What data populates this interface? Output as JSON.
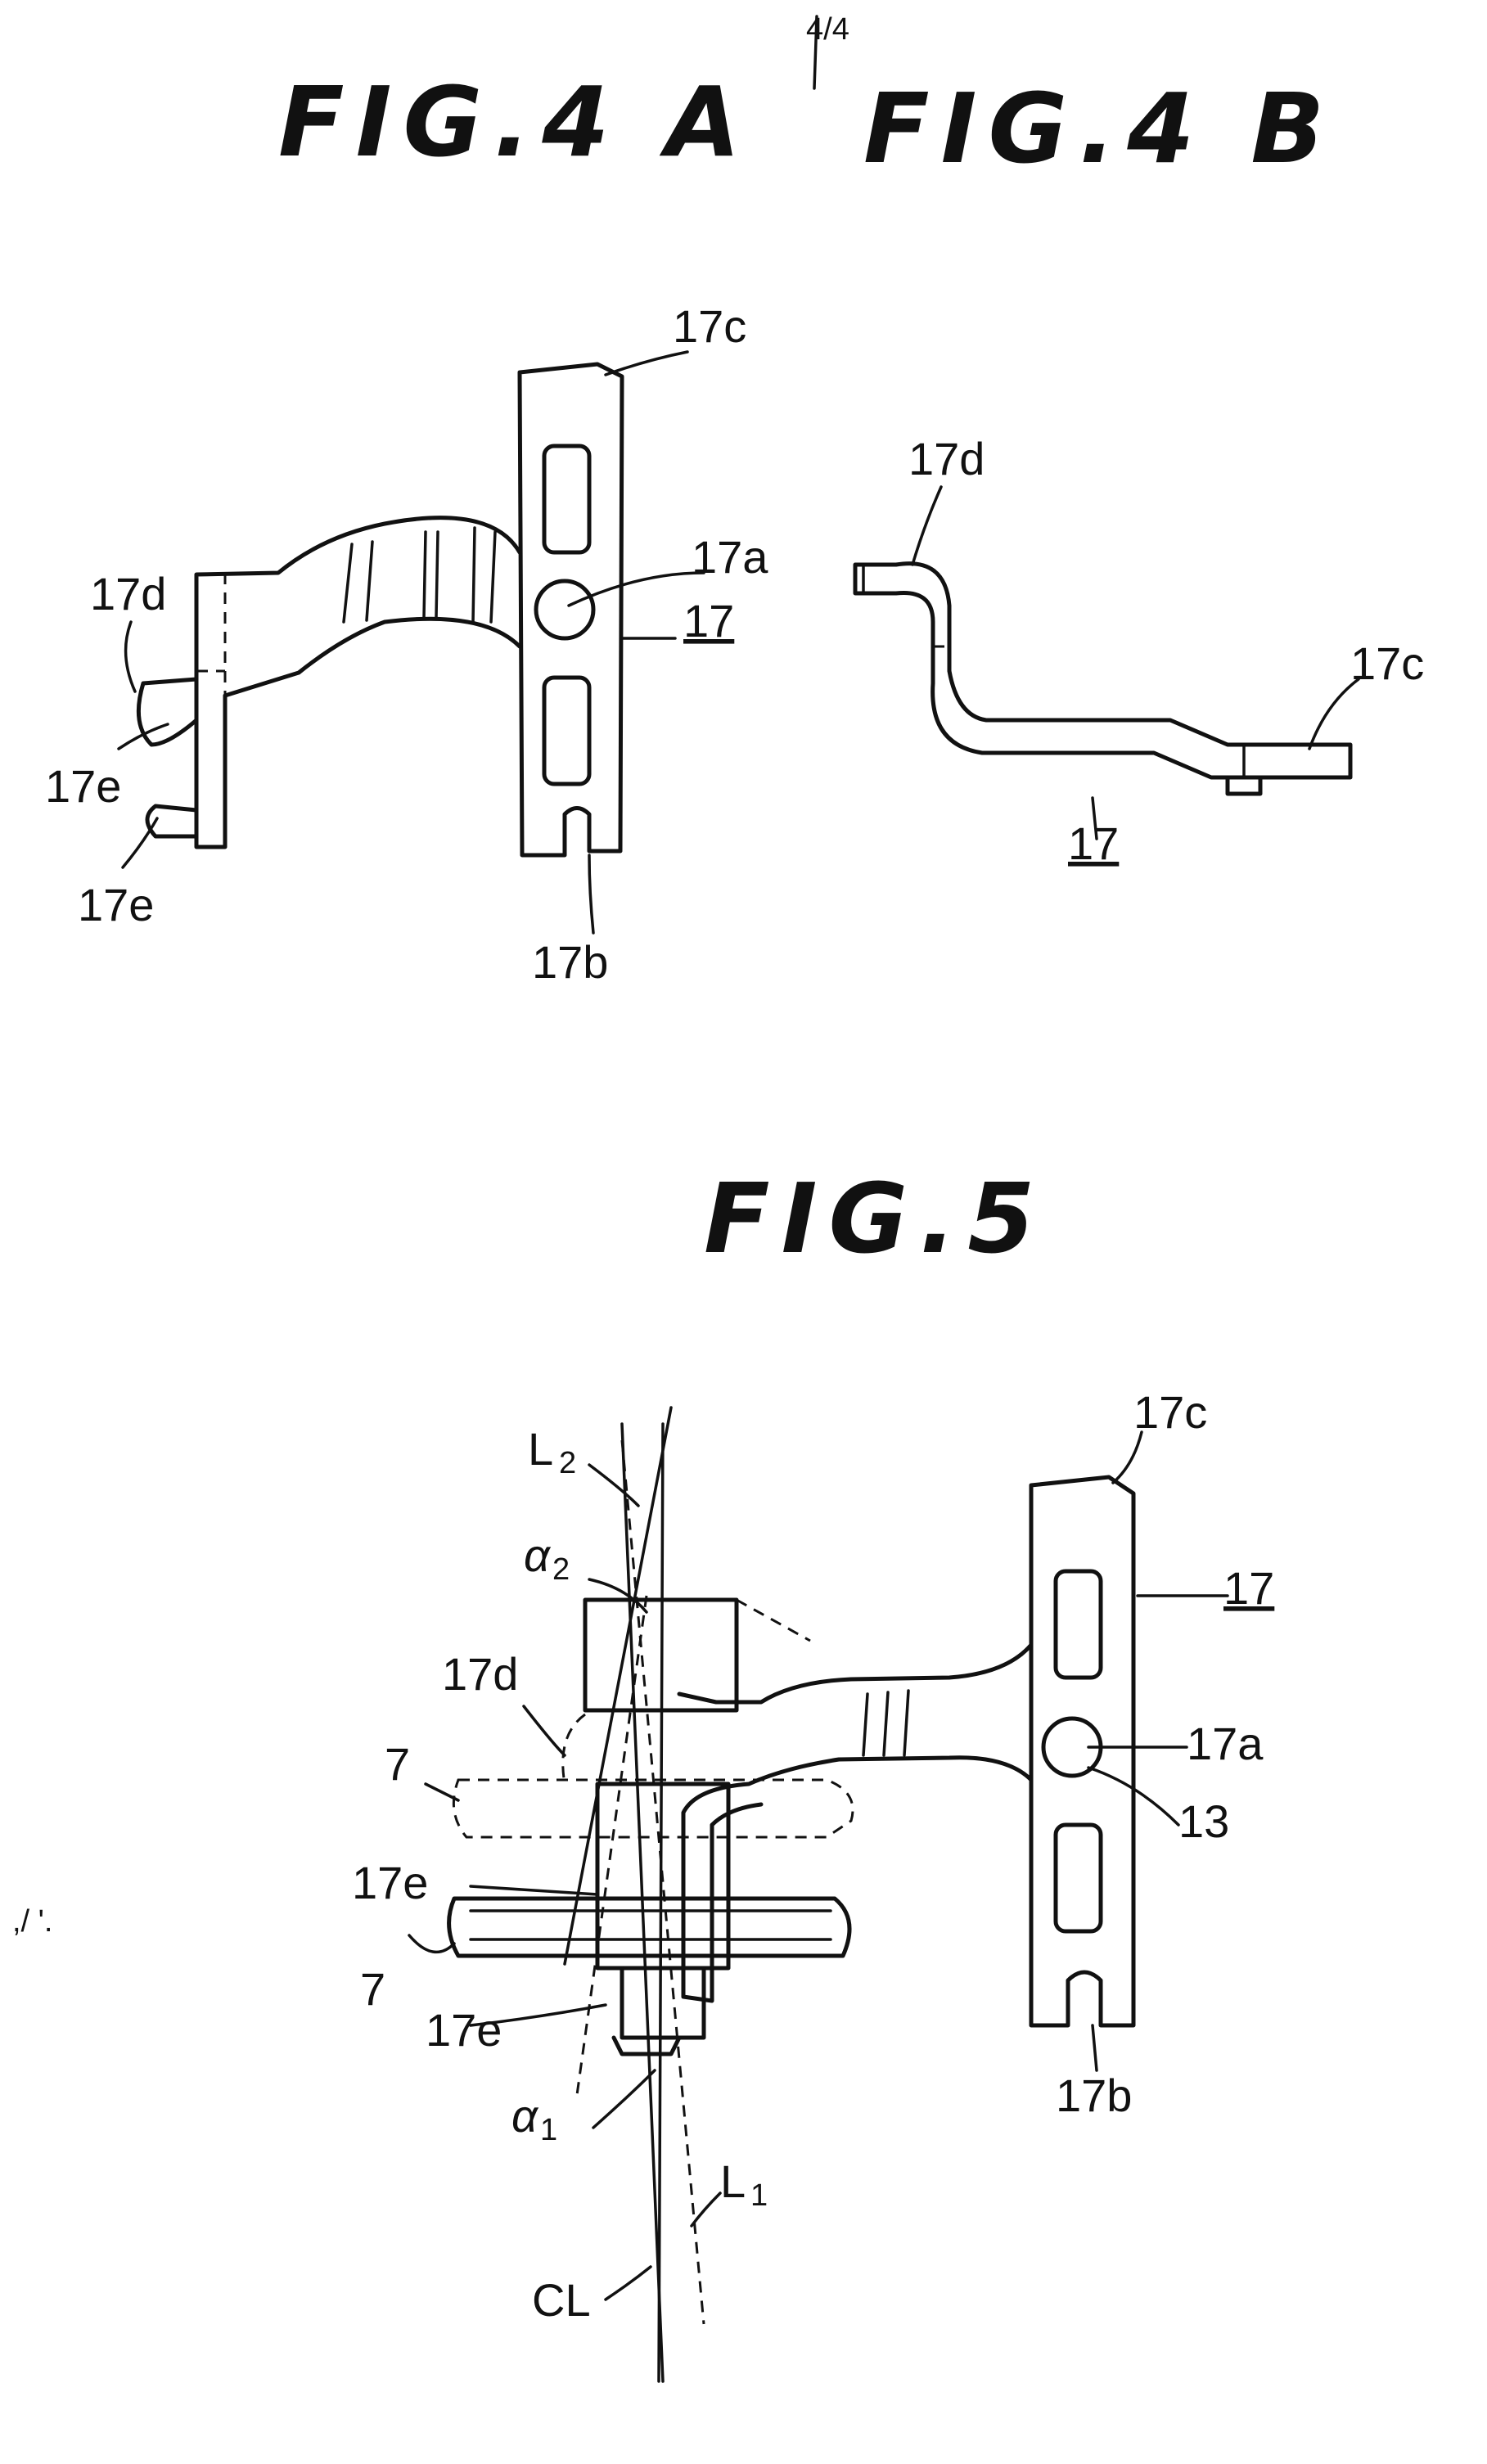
{
  "page_number": "4/4",
  "figures": {
    "fig4a": {
      "title": "FIG.4 A",
      "labels": [
        "17c",
        "17a",
        "17",
        "17d",
        "17e",
        "17e",
        "17b"
      ]
    },
    "fig4b": {
      "title": "FIG.4 B",
      "labels": [
        "17d",
        "17c",
        "17"
      ]
    },
    "fig5": {
      "title": "FIG.5",
      "labels": [
        "17c",
        "17",
        "17a",
        "13",
        "17b",
        "17d",
        "7",
        "17e",
        "7",
        "17e",
        "CL"
      ],
      "greek_labels": [
        {
          "main": "L",
          "sub": "2"
        },
        {
          "main": "α",
          "sub": "2"
        },
        {
          "main": "α",
          "sub": "1"
        },
        {
          "main": "L",
          "sub": "1"
        }
      ]
    }
  },
  "stray_mark": ",/ '."
}
